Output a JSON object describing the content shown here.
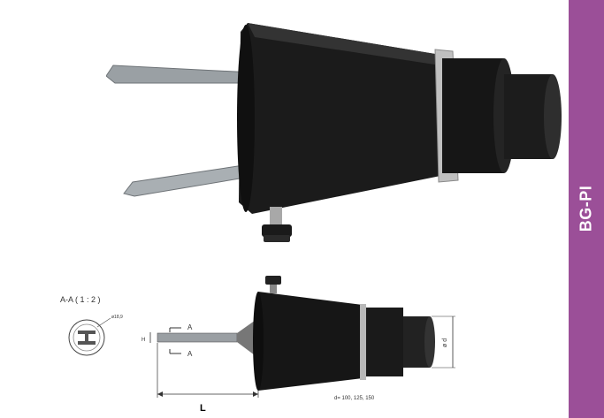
{
  "sidebar": {
    "label": "BG-PI"
  },
  "drawing": {
    "section_label": "A-A ( 1 : 2 )",
    "section_detail": "ø18,9",
    "marker_a": "A",
    "dim_l": "L",
    "dim_d": "ø d",
    "dim_h": "H",
    "diameters": "d= 100, 125, 150"
  },
  "colors": {
    "accent": "#9b4f98",
    "body": "#141414",
    "clamp": "#b8b8b8"
  }
}
